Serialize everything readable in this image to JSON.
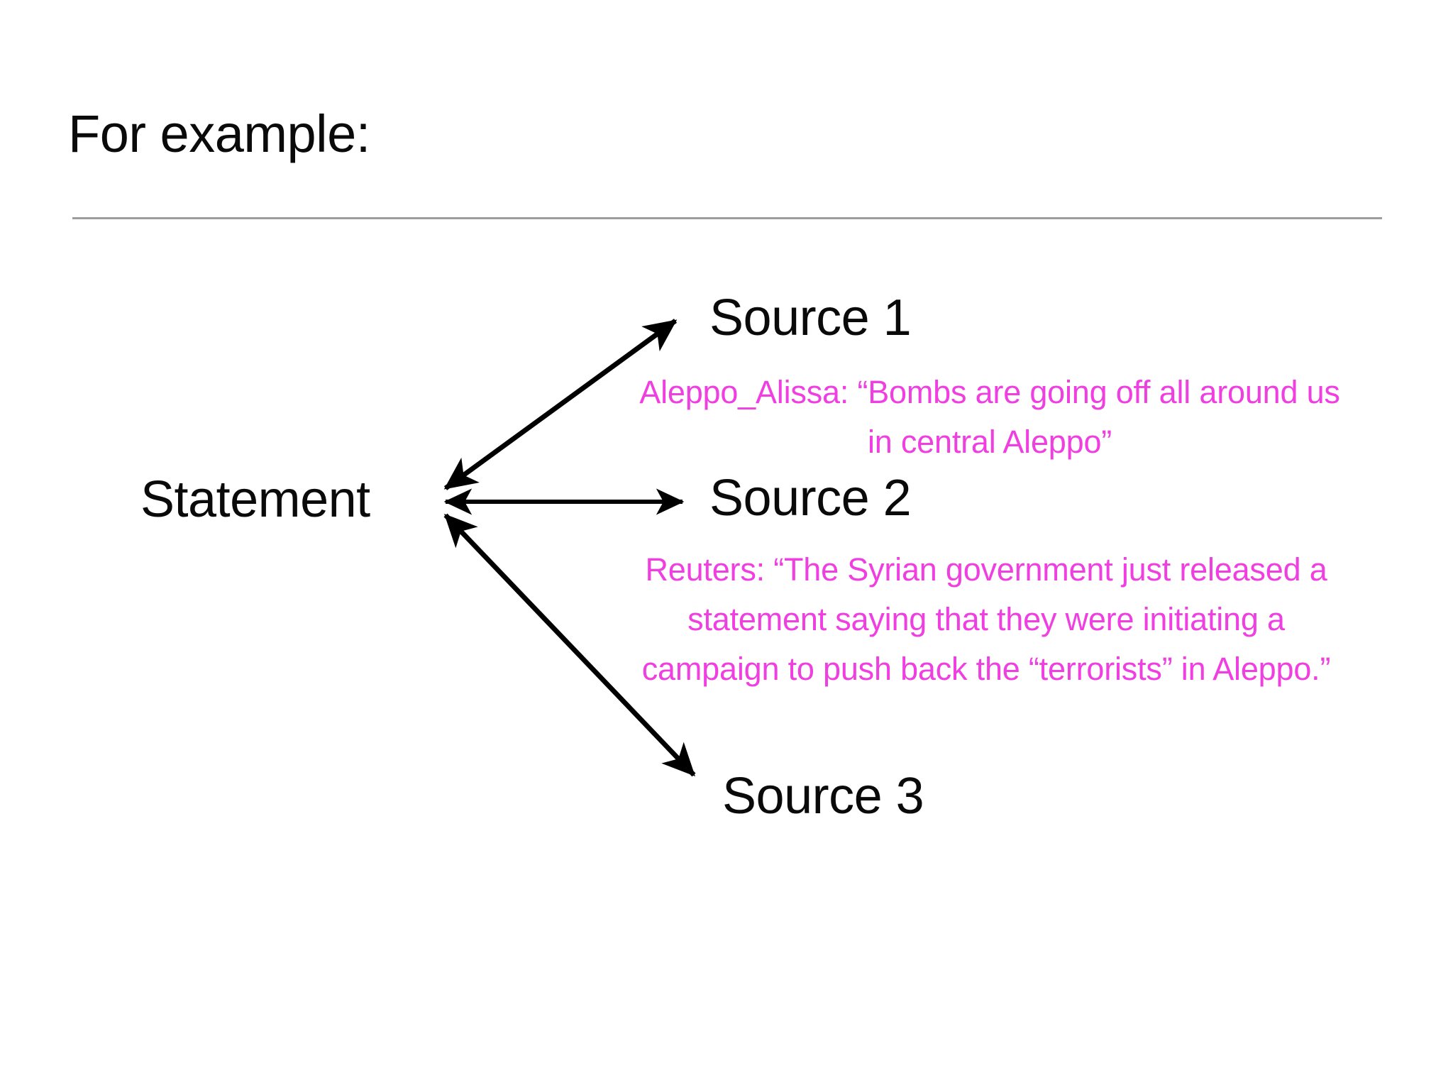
{
  "slide": {
    "title": "For example:",
    "divider": true
  },
  "colors": {
    "text": "#0a0a0a",
    "quote": "#ef3fe0",
    "divider": "#9d9d9d",
    "background": "#ffffff",
    "arrow": "#000000"
  },
  "diagram": {
    "type": "node-link",
    "root": {
      "id": "statement",
      "label": "Statement"
    },
    "nodes": [
      {
        "id": "source-1",
        "label": "Source 1",
        "quote": "Aleppo_Alissa: “Bombs are going off all around us in central Aleppo”"
      },
      {
        "id": "source-2",
        "label": "Source 2",
        "quote": "Reuters: “The Syrian government just released a statement saying that they were initiating a campaign to push back the “terrorists” in Aleppo.”"
      },
      {
        "id": "source-3",
        "label": "Source 3",
        "quote": ""
      }
    ],
    "edges": [
      {
        "id": "edge-statement-source-1",
        "from": "statement",
        "to": "source-1",
        "style": "double-headed-arrow"
      },
      {
        "id": "edge-statement-source-2",
        "from": "statement",
        "to": "source-2",
        "style": "double-headed-arrow"
      },
      {
        "id": "edge-statement-source-3",
        "from": "statement",
        "to": "source-3",
        "style": "double-headed-arrow"
      }
    ]
  }
}
